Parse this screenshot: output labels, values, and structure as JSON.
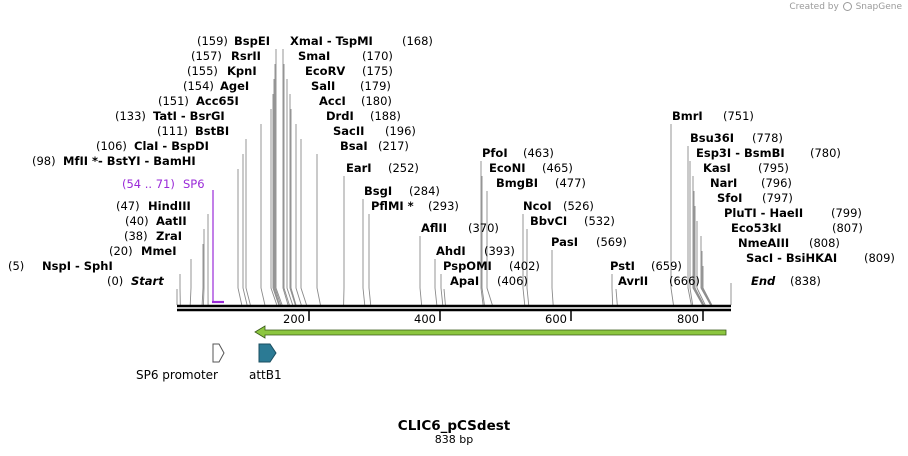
{
  "credit": {
    "prefix": "Created by",
    "brand": "SnapGene"
  },
  "map": {
    "title": "CLIC6_pCSdest",
    "length_label": "838 bp",
    "sequence_length": 838
  },
  "ruler": {
    "ticks": [
      "200",
      "400",
      "600",
      "800"
    ]
  },
  "sites": [
    {
      "pos": "(159)",
      "name": "BspEI",
      "bp": 159
    },
    {
      "pos": "(168)",
      "name": "XmaI  - TspMI",
      "bp": 168
    },
    {
      "pos": "(157)",
      "name": "RsrII",
      "bp": 157
    },
    {
      "pos": "(170)",
      "name": "SmaI",
      "bp": 170
    },
    {
      "pos": "(155)",
      "name": "KpnI",
      "bp": 155
    },
    {
      "pos": "(175)",
      "name": "EcoRV",
      "bp": 175
    },
    {
      "pos": "(154)",
      "name": "AgeI",
      "bp": 154
    },
    {
      "pos": "(179)",
      "name": "SalI",
      "bp": 179
    },
    {
      "pos": "(151)",
      "name": "Acc65I",
      "bp": 151
    },
    {
      "pos": "(180)",
      "name": "AccI",
      "bp": 180
    },
    {
      "pos": "(133)",
      "name": "TatI  - BsrGI",
      "bp": 133
    },
    {
      "pos": "(188)",
      "name": "DrdI",
      "bp": 188
    },
    {
      "pos": "(111)",
      "name": "BstBI",
      "bp": 111
    },
    {
      "pos": "(196)",
      "name": "SacII",
      "bp": 196
    },
    {
      "pos": "(106)",
      "name": "ClaI  - BspDI",
      "bp": 106
    },
    {
      "pos": "(217)",
      "name": "BsaI",
      "bp": 217
    },
    {
      "pos": "(98)",
      "name": "MfII *- BstYI  - BamHI",
      "bp": 98
    },
    {
      "pos": "(252)",
      "name": "EarI",
      "bp": 252
    },
    {
      "pos": "(47)",
      "name": "HindIII",
      "bp": 47
    },
    {
      "pos": "(284)",
      "name": "BsgI",
      "bp": 284
    },
    {
      "pos": "(40)",
      "name": "AatII",
      "bp": 40
    },
    {
      "pos": "(293)",
      "name": "PflMI *",
      "bp": 293
    },
    {
      "pos": "(38)",
      "name": "ZraI",
      "bp": 38
    },
    {
      "pos": "(370)",
      "name": "AflII",
      "bp": 370
    },
    {
      "pos": "(20)",
      "name": "MmeI",
      "bp": 20
    },
    {
      "pos": "(393)",
      "name": "AhdI",
      "bp": 393
    },
    {
      "pos": "(5)",
      "name": "NspI  - SphI",
      "bp": 5
    },
    {
      "pos": "(402)",
      "name": "PspOMI",
      "bp": 402
    },
    {
      "pos": "(0)",
      "name": "Start",
      "bp": 0
    },
    {
      "pos": "(406)",
      "name": "ApaI",
      "bp": 406
    },
    {
      "pos": "(463)",
      "name": "PfoI",
      "bp": 463
    },
    {
      "pos": "(465)",
      "name": "EcoNI",
      "bp": 465
    },
    {
      "pos": "(477)",
      "name": "BmgBI",
      "bp": 477
    },
    {
      "pos": "(526)",
      "name": "NcoI",
      "bp": 526
    },
    {
      "pos": "(532)",
      "name": "BbvCI",
      "bp": 532
    },
    {
      "pos": "(569)",
      "name": "PasI",
      "bp": 569
    },
    {
      "pos": "(659)",
      "name": "PstI",
      "bp": 659
    },
    {
      "pos": "(666)",
      "name": "AvrII",
      "bp": 666
    },
    {
      "pos": "(751)",
      "name": "BmrI",
      "bp": 751
    },
    {
      "pos": "(778)",
      "name": "Bsu36I",
      "bp": 778
    },
    {
      "pos": "(780)",
      "name": "Esp3I  - BsmBI",
      "bp": 780
    },
    {
      "pos": "(795)",
      "name": "KasI",
      "bp": 795
    },
    {
      "pos": "(796)",
      "name": "NarI",
      "bp": 796
    },
    {
      "pos": "(797)",
      "name": "SfoI",
      "bp": 797
    },
    {
      "pos": "(799)",
      "name": "PluTI  - HaeII",
      "bp": 799
    },
    {
      "pos": "(807)",
      "name": "Eco53kI",
      "bp": 807
    },
    {
      "pos": "(808)",
      "name": "NmeAIII",
      "bp": 808
    },
    {
      "pos": "(809)",
      "name": "SacI  - BsiHKAI",
      "bp": 809
    },
    {
      "pos": "(838)",
      "name": "End",
      "bp": 838
    }
  ],
  "primer": {
    "range": "(54 .. 71)",
    "name": "SP6",
    "color": "#9a2ad8",
    "start": 54,
    "end": 71
  },
  "features": [
    {
      "name": "SP6 promoter",
      "type": "promoter"
    },
    {
      "name": "attB1",
      "type": "protein_bind",
      "color": "#2b7a94"
    }
  ],
  "orf": {
    "color": "#8cc63f",
    "direction": "reverse"
  }
}
